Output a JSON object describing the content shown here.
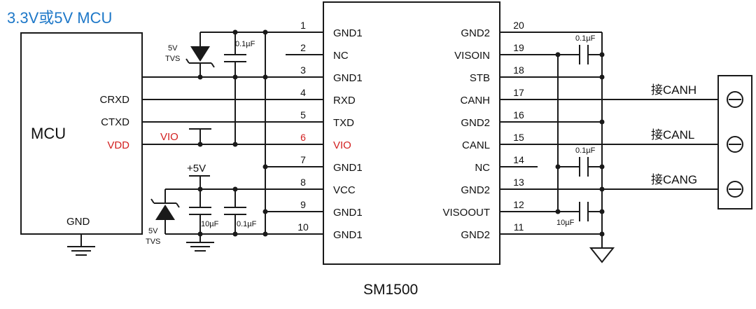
{
  "title": "3.3V或5V MCU",
  "chip_name": "SM1500",
  "mcu": {
    "label": "MCU",
    "pins": [
      {
        "name": "CRXD",
        "red": false
      },
      {
        "name": "CTXD",
        "red": false
      },
      {
        "name": "VDD",
        "red": true
      }
    ],
    "gnd_label": "GND"
  },
  "chip_pins_left": [
    {
      "num": "1",
      "name": "GND1",
      "red": false
    },
    {
      "num": "2",
      "name": "NC",
      "red": false
    },
    {
      "num": "3",
      "name": "GND1",
      "red": false
    },
    {
      "num": "4",
      "name": "RXD",
      "red": false
    },
    {
      "num": "5",
      "name": "TXD",
      "red": false
    },
    {
      "num": "6",
      "name": "VIO",
      "red": true
    },
    {
      "num": "7",
      "name": "GND1",
      "red": false
    },
    {
      "num": "8",
      "name": "VCC",
      "red": false
    },
    {
      "num": "9",
      "name": "GND1",
      "red": false
    },
    {
      "num": "10",
      "name": "GND1",
      "red": false
    }
  ],
  "chip_pins_right": [
    {
      "num": "20",
      "name": "GND2"
    },
    {
      "num": "19",
      "name": "VISOIN"
    },
    {
      "num": "18",
      "name": "STB"
    },
    {
      "num": "17",
      "name": "CANH"
    },
    {
      "num": "16",
      "name": "GND2"
    },
    {
      "num": "15",
      "name": "CANL"
    },
    {
      "num": "14",
      "name": "NC"
    },
    {
      "num": "13",
      "name": "GND2"
    },
    {
      "num": "12",
      "name": "VISOOUT"
    },
    {
      "num": "11",
      "name": "GND2"
    }
  ],
  "components": {
    "tvs_top": {
      "line1": "5V",
      "line2": "TVS"
    },
    "tvs_bottom": {
      "line1": "5V",
      "line2": "TVS"
    },
    "cap_top_left": "0.1µF",
    "vio_label": "VIO",
    "supply_label": "+5V",
    "cap_bottom_left_10": "10µF",
    "cap_bottom_left_01": "0.1µF",
    "cap_right_top": "0.1µF",
    "cap_right_mid": "0.1µF",
    "cap_right_bottom": "10µF"
  },
  "connector_labels": [
    "接CANH",
    "接CANL",
    "接CANG"
  ]
}
